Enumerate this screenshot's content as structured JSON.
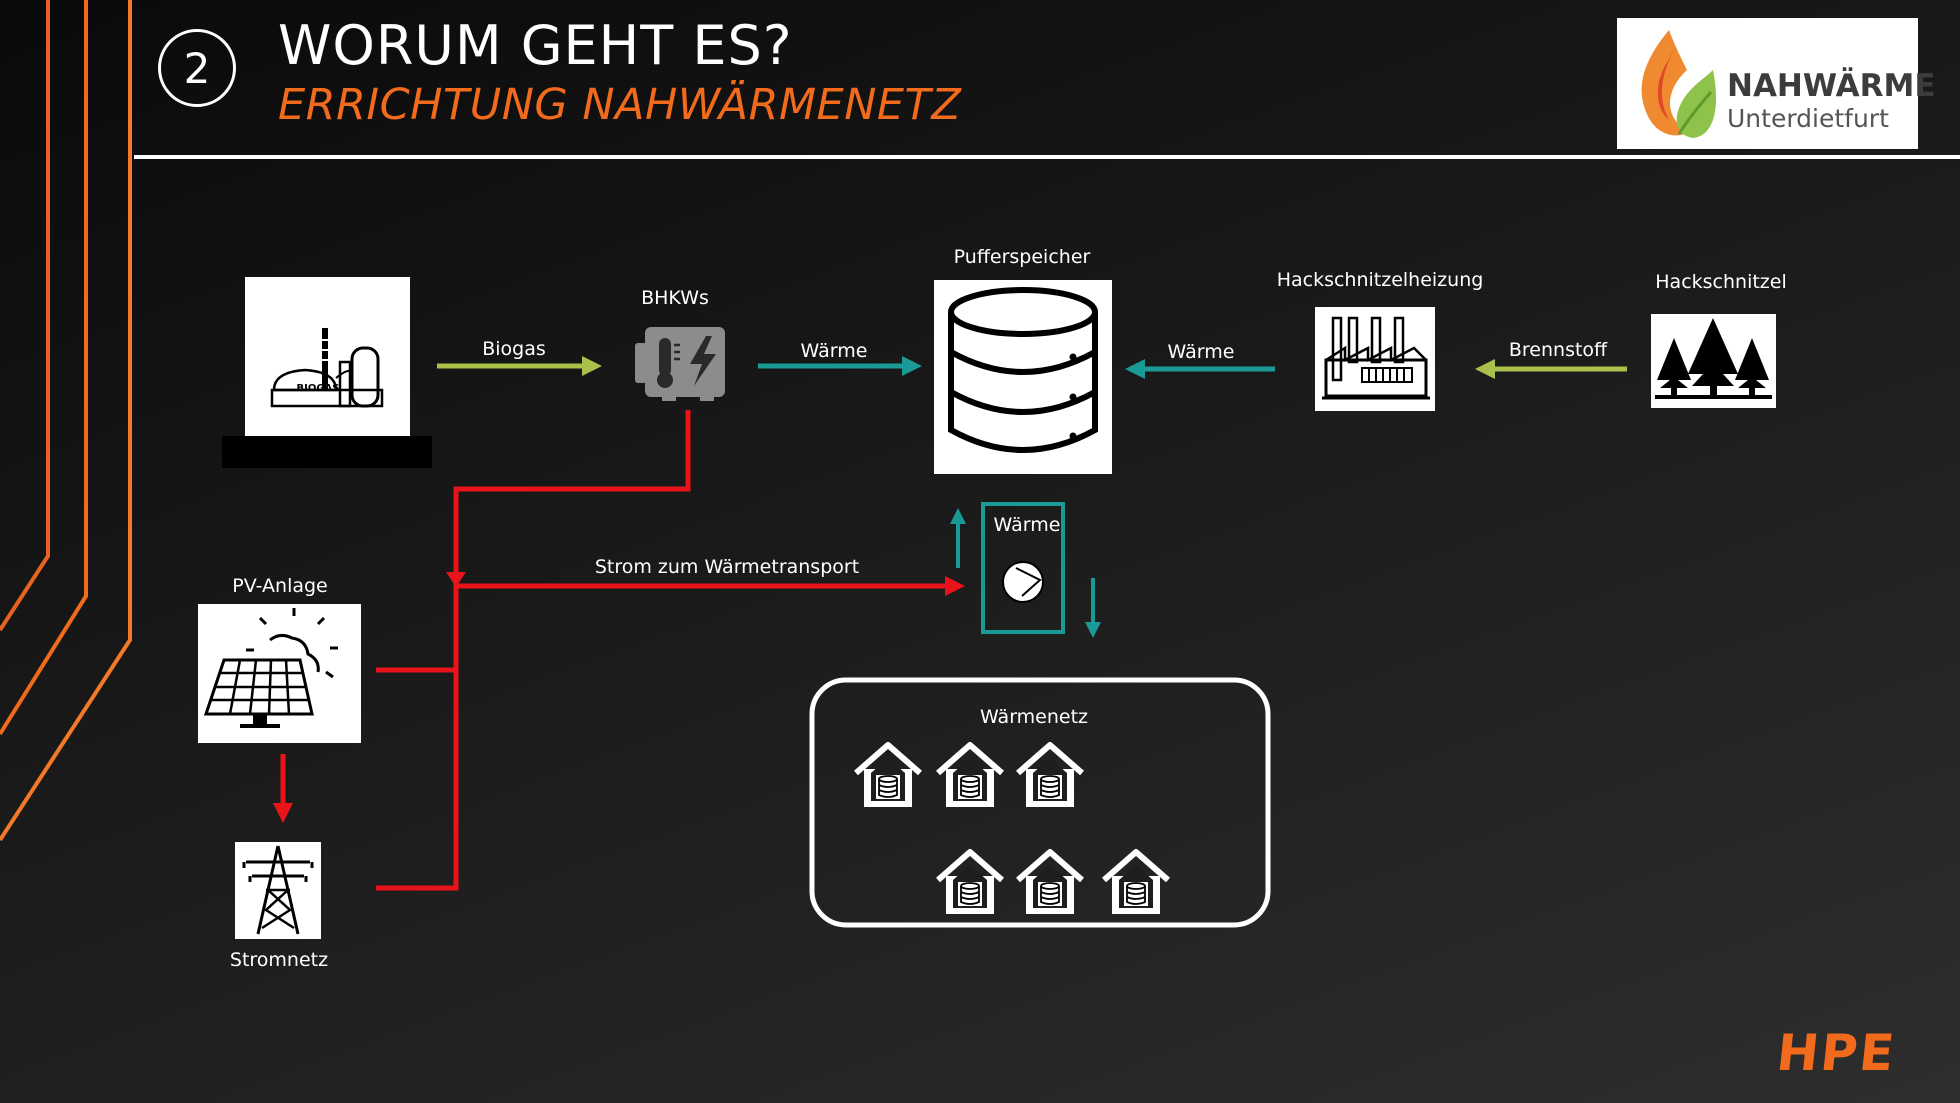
{
  "header": {
    "step_number": "2",
    "title": "WORUM GEHT ES?",
    "subtitle": "ERRICHTUNG NAHWÄRMENETZ"
  },
  "logo": {
    "title": "NAHWÄRME",
    "subtitle": "Unterdietfurt"
  },
  "nodes": {
    "biogas_plant_icon_text": "BIOGAS",
    "bhkw": "BHKWs",
    "buffer_storage": "Pufferspeicher",
    "chip_heating": "Hackschnitzelheizung",
    "wood_chips": "Hackschnitzel",
    "pv": "PV-Anlage",
    "grid": "Stromnetz",
    "pump_box": "Wärme",
    "heat_network": "Wärmenetz"
  },
  "flows": {
    "biogas": "Biogas",
    "heat_bhkw": "Wärme",
    "heat_chip": "Wärme",
    "fuel": "Brennstoff",
    "power_transport": "Strom zum Wärmetransport"
  },
  "footer": {
    "brand": "HPE"
  },
  "colors": {
    "accent_orange": "#f26a1b",
    "heat_teal": "#1a9a96",
    "fuel_green": "#a9c04a",
    "power_red": "#e8141a",
    "line_white": "#ffffff"
  }
}
